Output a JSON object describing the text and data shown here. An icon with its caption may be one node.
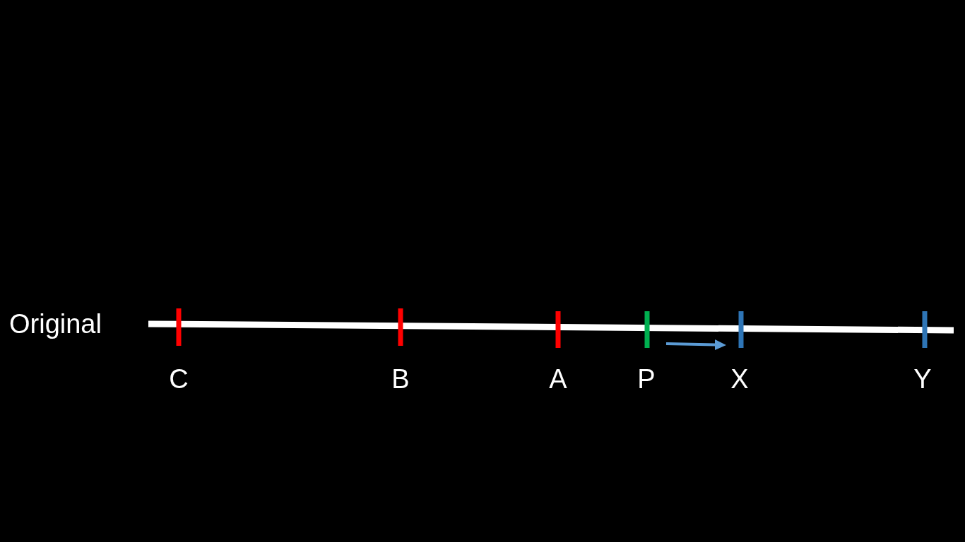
{
  "diagram": {
    "labels": [
      "Original",
      "C",
      "B",
      "A",
      "P",
      "X",
      "Y"
    ]
  }
}
